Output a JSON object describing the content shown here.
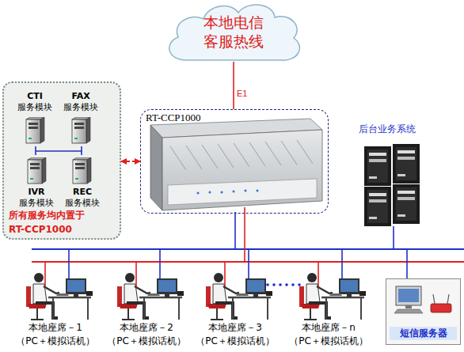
{
  "diagram": {
    "nodes": [
      {
        "text": [
          "本地电信 客服热线"
        ]
      },
      {
        "text": [
          "所有服务均内置于 RT-CCP1000"
        ]
      },
      {
        "text": [
          "CTI",
          "服务模块"
        ],
        "in": 1
      },
      {
        "text": [
          "FAX",
          "服务模块"
        ],
        "in": 1
      },
      {
        "text": [
          "IVR",
          "服务模块"
        ],
        "in": 1
      },
      {
        "text": [
          "REC",
          "服务模块"
        ],
        "in": 1
      },
      {
        "text": [
          "RT-CCP1000"
        ]
      },
      {
        "text": [
          "后台业务系统"
        ]
      },
      {
        "text": [
          "本地座席－1",
          "（PC＋模拟话机）"
        ]
      },
      {
        "text": [
          "本地座席－2",
          "（PC＋模拟话机）"
        ]
      },
      {
        "text": [
          "本地座席－3",
          "（PC＋模拟话机）"
        ]
      },
      {
        "text": [
          "本地座席－n",
          "（PC＋模拟话机）"
        ]
      },
      {
        "text": [
          "短信服务器"
        ]
      }
    ],
    "edges": [
      {
        "from": 0,
        "to": 6,
        "label": "E1",
        "arrow": "none"
      },
      {
        "from": 1,
        "to": 6,
        "arrow": "both"
      },
      {
        "from": 2,
        "to": 4,
        "arrow": "none"
      },
      {
        "from": 3,
        "to": 5,
        "arrow": "none"
      }
    ]
  }
}
